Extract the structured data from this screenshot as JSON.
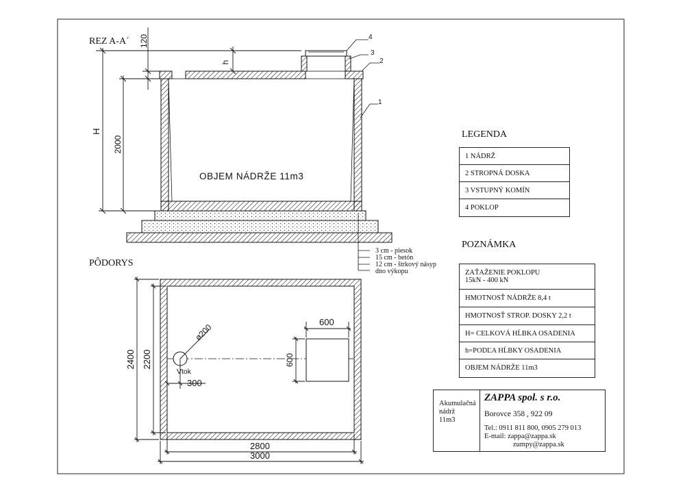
{
  "section_title": "REZ A-A´",
  "plan_title": "PÔDORYS",
  "tank_label": "OBJEM NÁDRŽE 11m3",
  "dims": {
    "d120": "120",
    "h": "h",
    "H": "H",
    "d2000": "2000",
    "d2400": "2400",
    "d2200": "2200",
    "d2800": "2800",
    "d3000": "3000",
    "d600a": "600",
    "d600b": "600",
    "d300": "300",
    "pipe": "ø200",
    "vtok": "Vtok"
  },
  "callouts": [
    "1",
    "2",
    "3",
    "4"
  ],
  "layers": [
    "3 cm - piesok",
    "15 cm - betón",
    "12 cm - štrkový násyp",
    "dno výkopu"
  ],
  "legend": {
    "title": "LEGENDA",
    "items": [
      "1 NÁDRŽ",
      "2 STROPNÁ DOSKA",
      "3 VSTUPNÝ KOMÍN",
      "4 POKLOP"
    ]
  },
  "notes": {
    "title": "POZNÁMKA",
    "items": [
      {
        "line1": "ZAŤAŽENIE POKLOPU",
        "line2": "15kN  -  400 kN"
      },
      {
        "line1": "HMOTNOSŤ NÁDRŽE 8,4 t",
        "line2": ""
      },
      {
        "line1": "HMOTNOSŤ STROP. DOSKY 2,2 t",
        "line2": ""
      },
      {
        "line1": "H= CELKOVÁ HĹBKA OSADENIA",
        "line2": ""
      },
      {
        "line1": "h=PODĽA HĹBKY OSADENIA",
        "line2": ""
      },
      {
        "line1": "OBJEM NÁDRŽE 11m3",
        "line2": ""
      }
    ]
  },
  "titleblock": {
    "product": [
      "Akumulačná",
      "nádrž",
      "11m3"
    ],
    "company": "ZAPPA spol. s r.o.",
    "address": "Borovce 358 ,  922 09",
    "tel": "Tel.:  0911 811 800, 0905 279 013",
    "email1": "E-mail:  zappa@zappa.sk",
    "email2": "zumpy@zappa.sk"
  }
}
